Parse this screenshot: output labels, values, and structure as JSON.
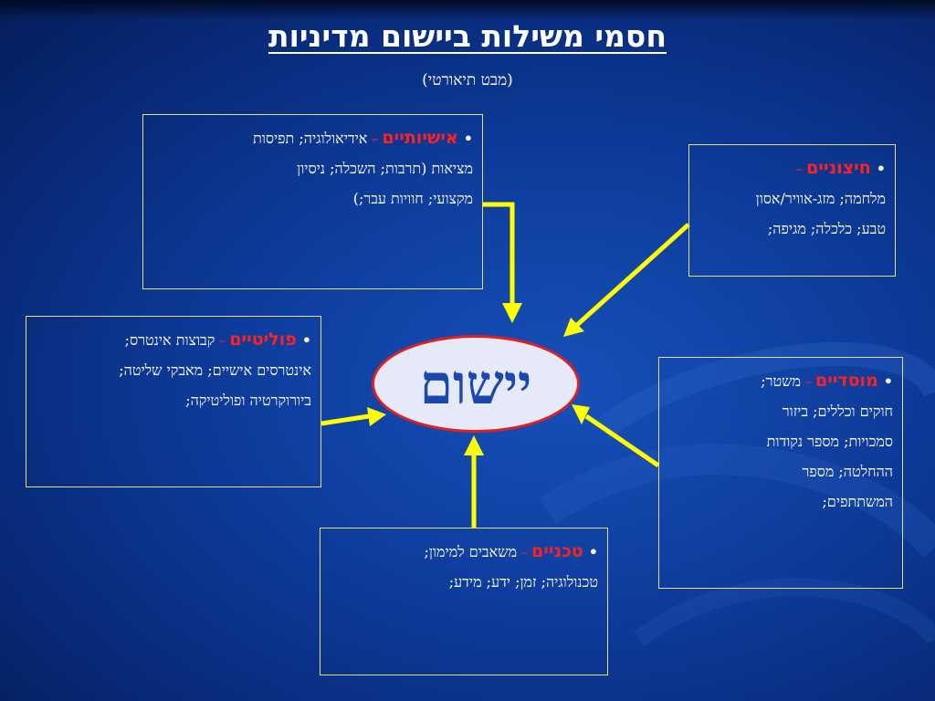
{
  "title": "חסמי משילות ביישום מדיניות",
  "subtitle": "(מבט תיאורטי)",
  "center": {
    "label": "יישום"
  },
  "boxes": {
    "personal": {
      "bullet": "•",
      "term": "אישיותיים",
      "dash": "–",
      "lines": [
        "אידיאולוגיה; תפיסות",
        "מציאות (תרבות; השכלה; ניסיון",
        "מקצועי; חוויות עבר;)"
      ]
    },
    "external": {
      "bullet": "•",
      "term": "חיצוניים",
      "dash": "–",
      "lines": [
        "",
        "מלחמה; מזג-אוויר/אסון",
        "טבע; כלכלה; מגיפה;"
      ]
    },
    "political": {
      "bullet": "•",
      "term": "פוליטיים",
      "dash": "–",
      "lines": [
        "קבוצות אינטרס;",
        "אינטרסים אישיים; מאבקי שליטה;",
        "ביורוקרטיה ופוליטיקה;"
      ]
    },
    "institutional": {
      "bullet": "•",
      "term": "מוסדיים",
      "dash": "–",
      "lines": [
        "משטר;",
        "חוקים וכללים; ביזור",
        "סמכויות; מספר נקודות",
        "ההחלטה; מספר",
        "המשתתפים;"
      ]
    },
    "technical": {
      "bullet": "•",
      "term": "טכניים",
      "dash": "–",
      "lines": [
        "משאבים למימון;",
        "טכנולוגיה; זמן; ידע; מידע;"
      ]
    }
  },
  "colors": {
    "background": "#0d3a99",
    "box_border": "#e8dd7a",
    "term": "#ff2020",
    "arrow": "#ffff00",
    "ellipse_fill": "#e6eaf8",
    "ellipse_border": "#e02020",
    "center_text": "#1a48b0"
  }
}
